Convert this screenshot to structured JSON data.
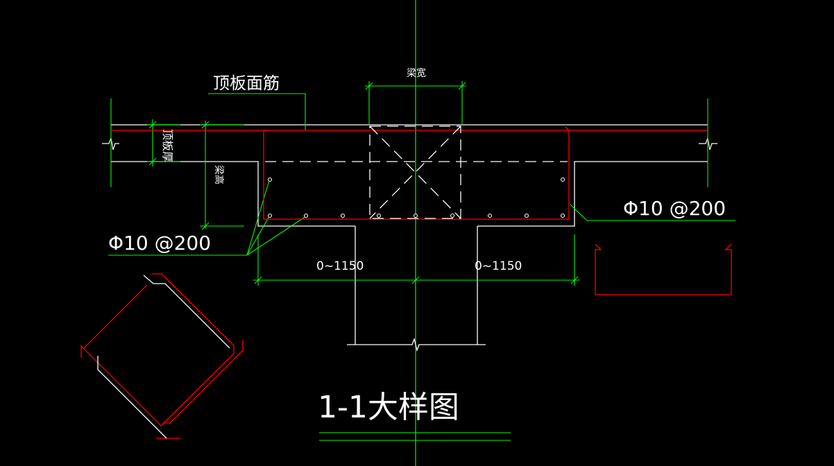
{
  "labels": {
    "top_slab_rebar": "顶板面筋",
    "beam_width": "梁宽",
    "slab_thickness": "顶板厚",
    "beam_height": "梁高",
    "rebar_left": "Φ10 @200",
    "rebar_right": "Φ10 @200",
    "dim_left": "0~1150",
    "dim_right": "0~1150",
    "title": "1-1大样图"
  },
  "colors": {
    "background": "#000000",
    "dimension": "#00ff00",
    "rebar": "#ff0000",
    "outline": "#ffffff",
    "text": "#ffffff"
  }
}
